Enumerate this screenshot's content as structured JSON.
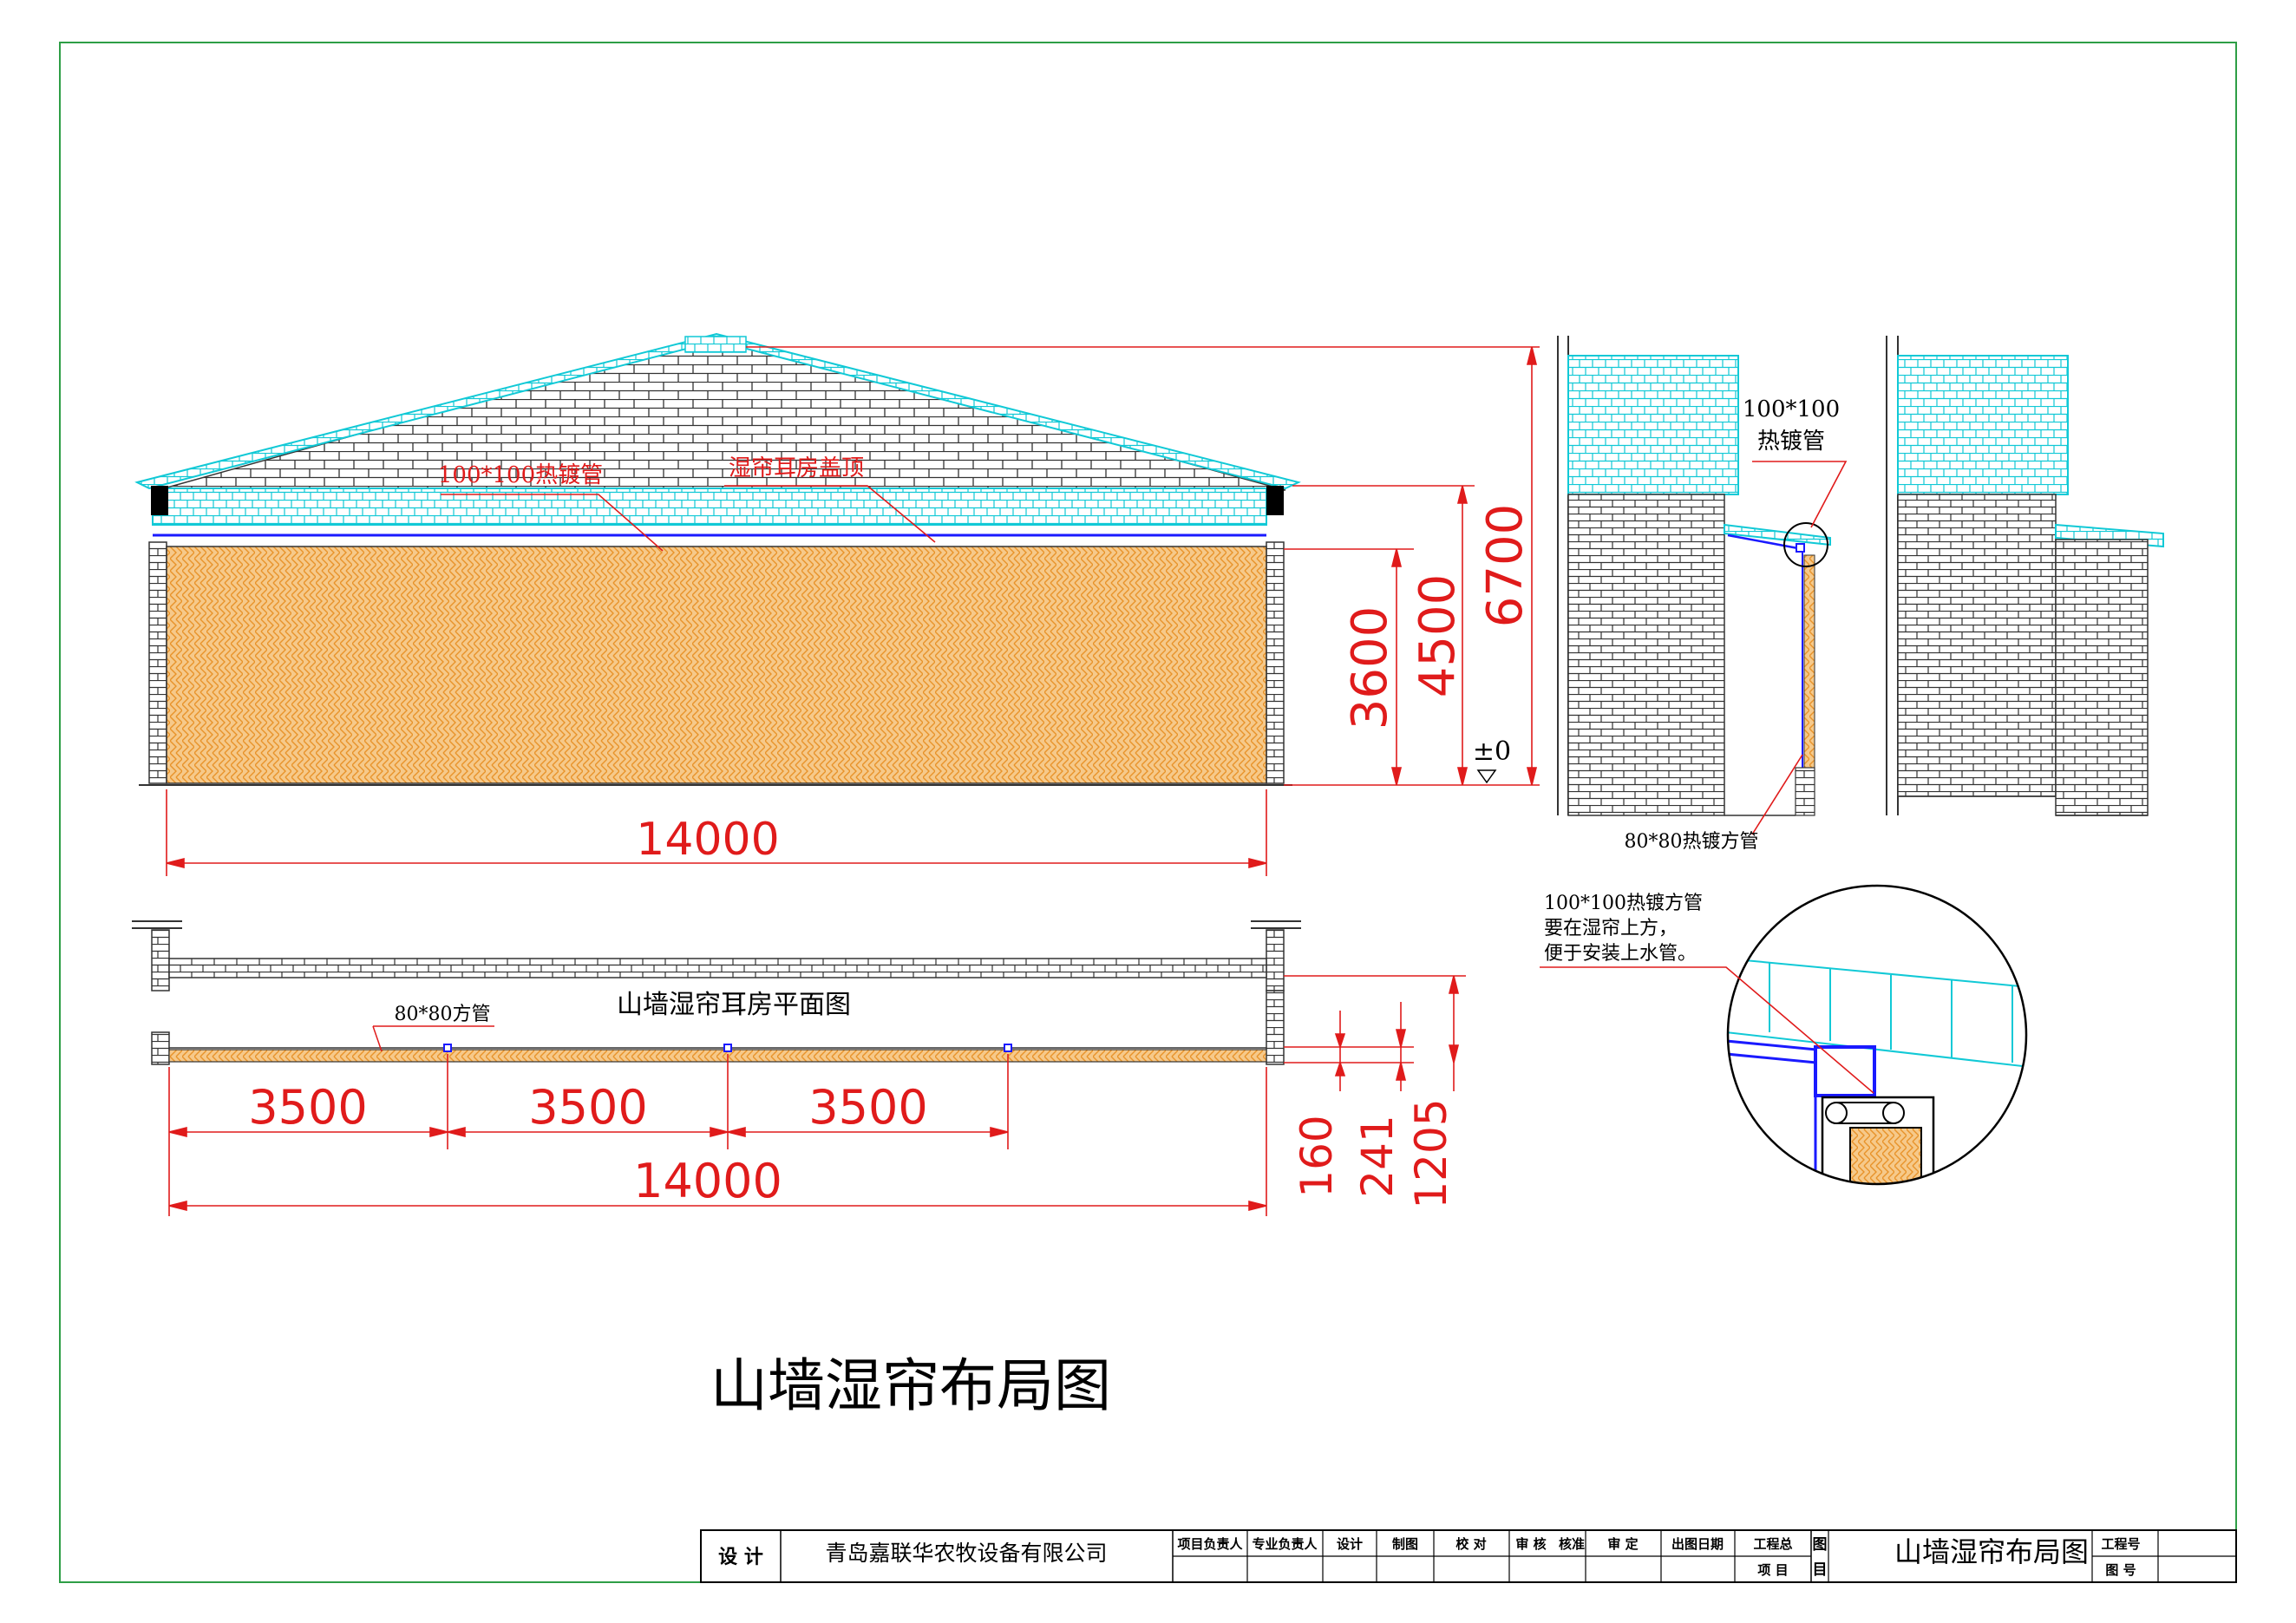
{
  "drawing": {
    "title": "山墙湿帘布局图",
    "colors": {
      "border": "#2e9e46",
      "brick": "#333333",
      "roof_tile": "#11c9d6",
      "pad_fill": "#f6c98a",
      "pad_hatch": "#e8932a",
      "dimension": "#e01b1b",
      "pipe": "#1a1aff",
      "text": "#000000"
    }
  },
  "elevation": {
    "label_pipe": "100*100热镀管",
    "label_roof": "湿帘耳房盖顶",
    "dim_width": "14000",
    "dim_3600": "3600",
    "dim_4500": "4500",
    "dim_6700": "6700",
    "datum": "±0"
  },
  "plan": {
    "title": "山墙湿帘耳房平面图",
    "label_pipe": "80*80方管",
    "spans": [
      "3500",
      "3500",
      "3500"
    ],
    "dim_width": "14000",
    "dim_160": "160",
    "dim_241": "241",
    "dim_1205": "1205"
  },
  "section": {
    "label_top_1": "100*100",
    "label_top_2": "热镀管",
    "label_bottom": "80*80热镀方管"
  },
  "detail": {
    "note_1": "100*100热镀方管",
    "note_2": "要在湿帘上方，",
    "note_3": "便于安装上水管。"
  },
  "title_block": {
    "design": "设 计",
    "company": "青岛嘉联华农牧设备有限公司",
    "cells": [
      "项目负责人",
      "专业负责人",
      "设计",
      "制图",
      "校 对",
      "审 核",
      "核准",
      "审 定",
      "出图日期"
    ],
    "project_total": "工程总",
    "project_item": "项 目",
    "tu": "图",
    "mu": "目",
    "drawing_name": "山墙湿帘布局图",
    "project_no": "工程号",
    "drawing_no": "图 号"
  }
}
